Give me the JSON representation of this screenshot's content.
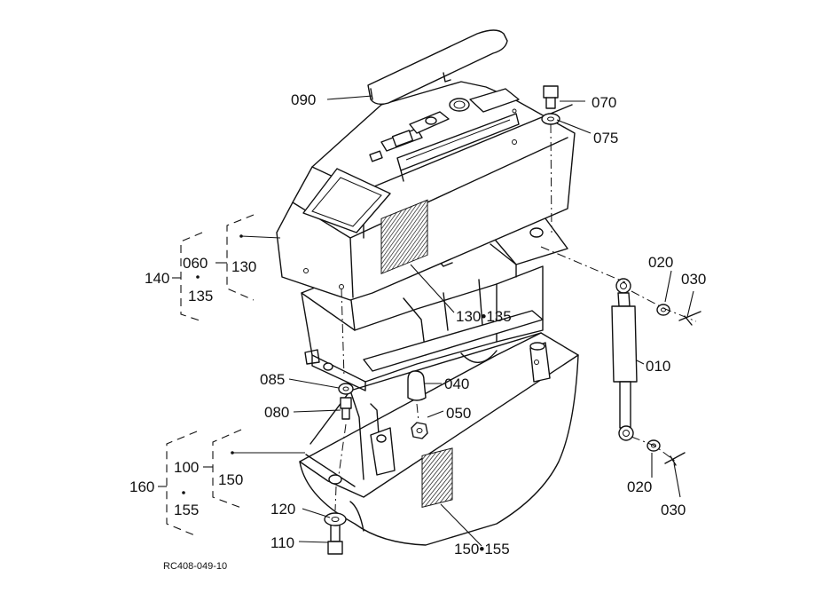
{
  "diagram": {
    "drawing_code": "RC408-049-10",
    "part_labels": {
      "p090": "090",
      "p070": "070",
      "p075": "075",
      "p020a": "020",
      "p030a": "030",
      "p010": "010",
      "p020b": "020",
      "p030b": "030",
      "p130_135": "130•135",
      "p140": "140",
      "p060": "060",
      "p130": "130",
      "p135": "135",
      "p085": "085",
      "p080": "080",
      "p040": "040",
      "p050": "050",
      "p160": "160",
      "p100": "100",
      "p150": "150",
      "p155": "155",
      "p120": "120",
      "p110": "110",
      "p150_155": "150•155"
    }
  }
}
